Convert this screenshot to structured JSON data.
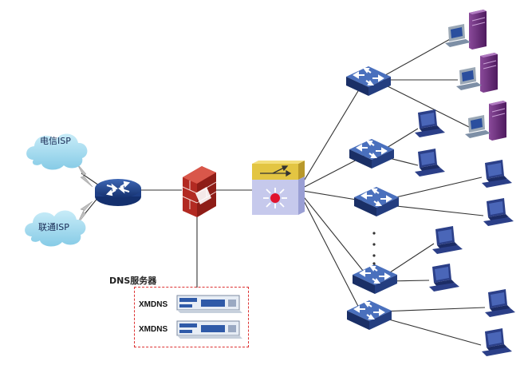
{
  "clouds": [
    {
      "label": "电信ISP"
    },
    {
      "label": "联通ISP"
    }
  ],
  "dns": {
    "title": "DNS服务器",
    "servers": [
      {
        "label": "XMDNS"
      },
      {
        "label": "XMDNS"
      }
    ]
  },
  "colors": {
    "device_blue": "#1e3f86",
    "firewall_red": "#c0392b",
    "server_purple": "#6a2a7a",
    "pc_blue": "#2b3f88",
    "cloud": "#9fd6ec",
    "line": "#333333",
    "dns_border": "#dd3333"
  }
}
